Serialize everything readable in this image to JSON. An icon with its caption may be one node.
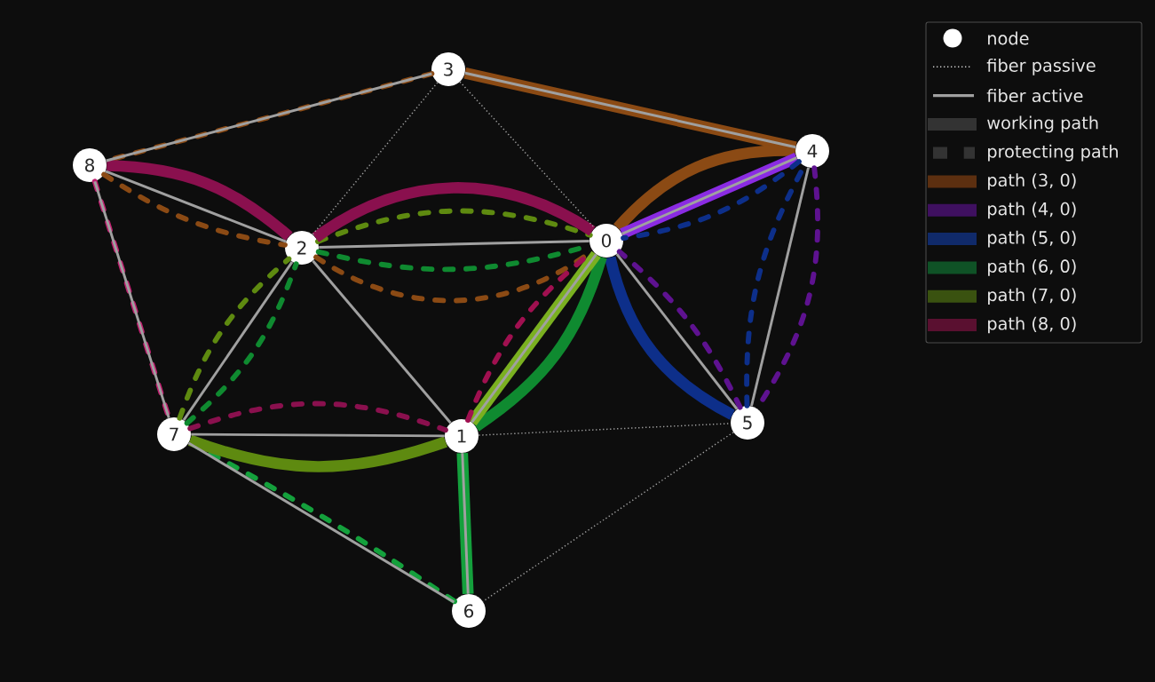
{
  "diagram": {
    "nodes": [
      {
        "text": [
          "0"
        ]
      },
      {
        "text": [
          "1"
        ]
      },
      {
        "text": [
          "2"
        ]
      },
      {
        "text": [
          "3"
        ]
      },
      {
        "text": [
          "4"
        ]
      },
      {
        "text": [
          "5"
        ]
      },
      {
        "text": [
          "6"
        ]
      },
      {
        "text": [
          "7"
        ]
      },
      {
        "text": [
          "8"
        ]
      }
    ],
    "edges": [
      {
        "from": 3,
        "to": 4,
        "arrow": "none",
        "style": "thick",
        "color": "#8b4a14"
      },
      {
        "from": 4,
        "to": 0,
        "arrow": "none",
        "style": "thick",
        "color": "#8b4a14"
      },
      {
        "from": 3,
        "to": 8,
        "arrow": "none",
        "style": "dashed",
        "color": "#8b4a14"
      },
      {
        "from": 8,
        "to": 2,
        "arrow": "none",
        "style": "dashed",
        "color": "#8b4a14"
      },
      {
        "from": 2,
        "to": 0,
        "arrow": "none",
        "style": "dashed",
        "color": "#8b4a14"
      },
      {
        "from": 4,
        "to": 0,
        "arrow": "none",
        "style": "thick",
        "color": "#8a2be2"
      },
      {
        "from": 4,
        "to": 5,
        "arrow": "none",
        "style": "dashed",
        "color": "#5e1290"
      },
      {
        "from": 5,
        "to": 0,
        "arrow": "none",
        "style": "dashed",
        "color": "#5e1290"
      },
      {
        "from": 5,
        "to": 0,
        "arrow": "none",
        "style": "thick",
        "color": "#0d2f8a"
      },
      {
        "from": 5,
        "to": 4,
        "arrow": "none",
        "style": "dashed",
        "color": "#0d2f8a"
      },
      {
        "from": 4,
        "to": 0,
        "arrow": "none",
        "style": "dashed",
        "color": "#0d2f8a"
      },
      {
        "from": 6,
        "to": 1,
        "arrow": "none",
        "style": "thick",
        "color": "#14a03c"
      },
      {
        "from": 1,
        "to": 0,
        "arrow": "none",
        "style": "thick",
        "color": "#0f8a30"
      },
      {
        "from": 6,
        "to": 7,
        "arrow": "none",
        "style": "dashed",
        "color": "#14a03c"
      },
      {
        "from": 7,
        "to": 2,
        "arrow": "none",
        "style": "dashed",
        "color": "#0f8a30"
      },
      {
        "from": 2,
        "to": 0,
        "arrow": "none",
        "style": "dashed",
        "color": "#0f8a30"
      },
      {
        "from": 7,
        "to": 1,
        "arrow": "none",
        "style": "thick",
        "color": "#5e8a10"
      },
      {
        "from": 1,
        "to": 0,
        "arrow": "none",
        "style": "thick",
        "color": "#7ab020"
      },
      {
        "from": 7,
        "to": 2,
        "arrow": "none",
        "style": "dashed",
        "color": "#5e8a10"
      },
      {
        "from": 2,
        "to": 0,
        "arrow": "none",
        "style": "dashed",
        "color": "#5e8a10"
      },
      {
        "from": 8,
        "to": 2,
        "arrow": "none",
        "style": "thick",
        "color": "#8a104e"
      },
      {
        "from": 2,
        "to": 0,
        "arrow": "none",
        "style": "thick",
        "color": "#8a104e"
      },
      {
        "from": 8,
        "to": 7,
        "arrow": "none",
        "style": "dashed",
        "color": "#c02070"
      },
      {
        "from": 7,
        "to": 1,
        "arrow": "none",
        "style": "dashed",
        "color": "#8a104e"
      },
      {
        "from": 1,
        "to": 0,
        "arrow": "none",
        "style": "dashed",
        "color": "#a01050"
      },
      {
        "from": 8,
        "to": 3,
        "arrow": "none"
      },
      {
        "from": 8,
        "to": 2,
        "arrow": "none"
      },
      {
        "from": 8,
        "to": 7,
        "arrow": "none"
      },
      {
        "from": 2,
        "to": 0,
        "arrow": "none"
      },
      {
        "from": 2,
        "to": 7,
        "arrow": "none"
      },
      {
        "from": 2,
        "to": 1,
        "arrow": "none"
      },
      {
        "from": 7,
        "to": 1,
        "arrow": "none"
      },
      {
        "from": 7,
        "to": 6,
        "arrow": "none"
      },
      {
        "from": 1,
        "to": 0,
        "arrow": "none"
      },
      {
        "from": 0,
        "to": 5,
        "arrow": "none"
      },
      {
        "from": 0,
        "to": 4,
        "arrow": "none"
      },
      {
        "from": 4,
        "to": 5,
        "arrow": "none"
      },
      {
        "from": 3,
        "to": 4,
        "arrow": "none"
      },
      {
        "from": 1,
        "to": 6,
        "arrow": "none"
      },
      {
        "from": 3,
        "to": 2,
        "arrow": "none",
        "style": "dashed"
      },
      {
        "from": 3,
        "to": 0,
        "arrow": "none",
        "style": "dashed"
      },
      {
        "from": 1,
        "to": 5,
        "arrow": "none",
        "style": "dashed"
      },
      {
        "from": 5,
        "to": 6,
        "arrow": "none",
        "style": "dashed"
      }
    ],
    "legend": [
      {
        "text": "node"
      },
      {
        "text": "fiber passive"
      },
      {
        "text": "fiber active"
      },
      {
        "text": "working path"
      },
      {
        "text": "protecting path"
      },
      {
        "text": "path (3, 0)",
        "color": "#5c2f10"
      },
      {
        "text": "path (4, 0)",
        "color": "#3f1060"
      },
      {
        "text": "path (5, 0)",
        "color": "#102a6a"
      },
      {
        "text": "path (6, 0)",
        "color": "#0f5226"
      },
      {
        "text": "path (7, 0)",
        "color": "#3a5210"
      },
      {
        "text": "path (8, 0)",
        "color": "#5a1030"
      }
    ]
  }
}
